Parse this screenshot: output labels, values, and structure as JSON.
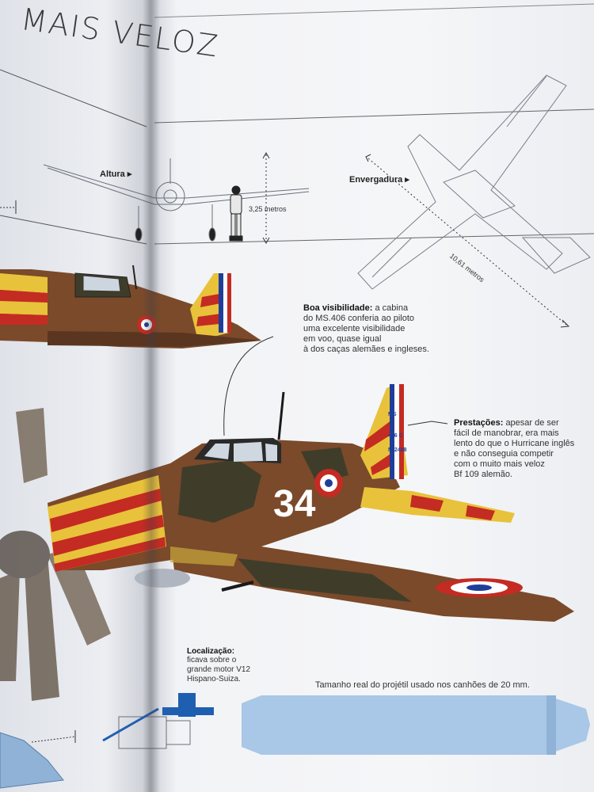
{
  "header": {
    "title": "MAIS VELOZ"
  },
  "dimensions": {
    "height_label": "Altura",
    "height_value": "3,25 metros",
    "wingspan_label": "Envergadura",
    "wingspan_value": "10,61 metros"
  },
  "callouts": {
    "visibility": {
      "title": "Boa visibilidade:",
      "lines": [
        "a cabina",
        "do MS.406 conferia ao piloto",
        "uma excelente visibilidade",
        "em voo, quase igual",
        "à dos caças alemães e ingleses."
      ]
    },
    "performance": {
      "title": "Prestações:",
      "lines": [
        "apesar de ser",
        "fácil de manobrar, era mais",
        "lento do que o Hurricane inglês",
        "e não conseguia competir",
        "com o muito mais veloz",
        "Bf 109 alemão."
      ]
    },
    "location": {
      "title": "Localização:",
      "lines": [
        "ficava sobre o",
        "grande motor V12",
        "Hispano-Suiza."
      ]
    }
  },
  "aircraft": {
    "number": "34",
    "tail_code_1": "MS",
    "tail_code_2": "406 C",
    "tail_code_3": "N°2488"
  },
  "projectile_caption": "Tamanho real do projétil usado nos canhões de 20 mm.",
  "colors": {
    "camo_brown": "#7a4a2a",
    "camo_green": "#3f3d2a",
    "stripe_yellow": "#e8c23a",
    "stripe_red": "#c42b22",
    "roundel_blue": "#1f3e9a",
    "projectile_blue": "#a9c7e6"
  }
}
